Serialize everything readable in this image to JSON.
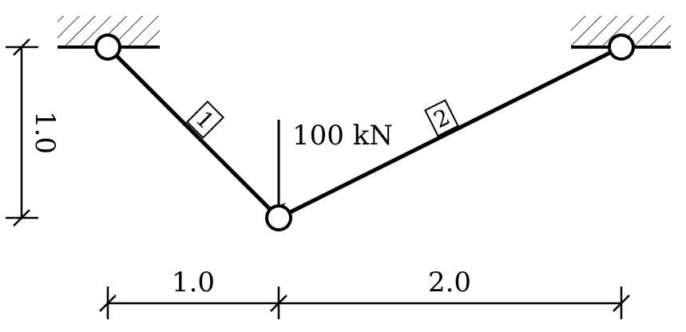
{
  "diagram": {
    "title": "Two-bar truss with point load",
    "load_label": "100 kN",
    "members": [
      {
        "label": "1"
      },
      {
        "label": "2"
      }
    ],
    "dimensions": {
      "vertical": "1.0",
      "horizontal_left": "1.0",
      "horizontal_right": "2.0"
    },
    "colors": {
      "stroke": "#000000",
      "background": "#ffffff"
    }
  }
}
